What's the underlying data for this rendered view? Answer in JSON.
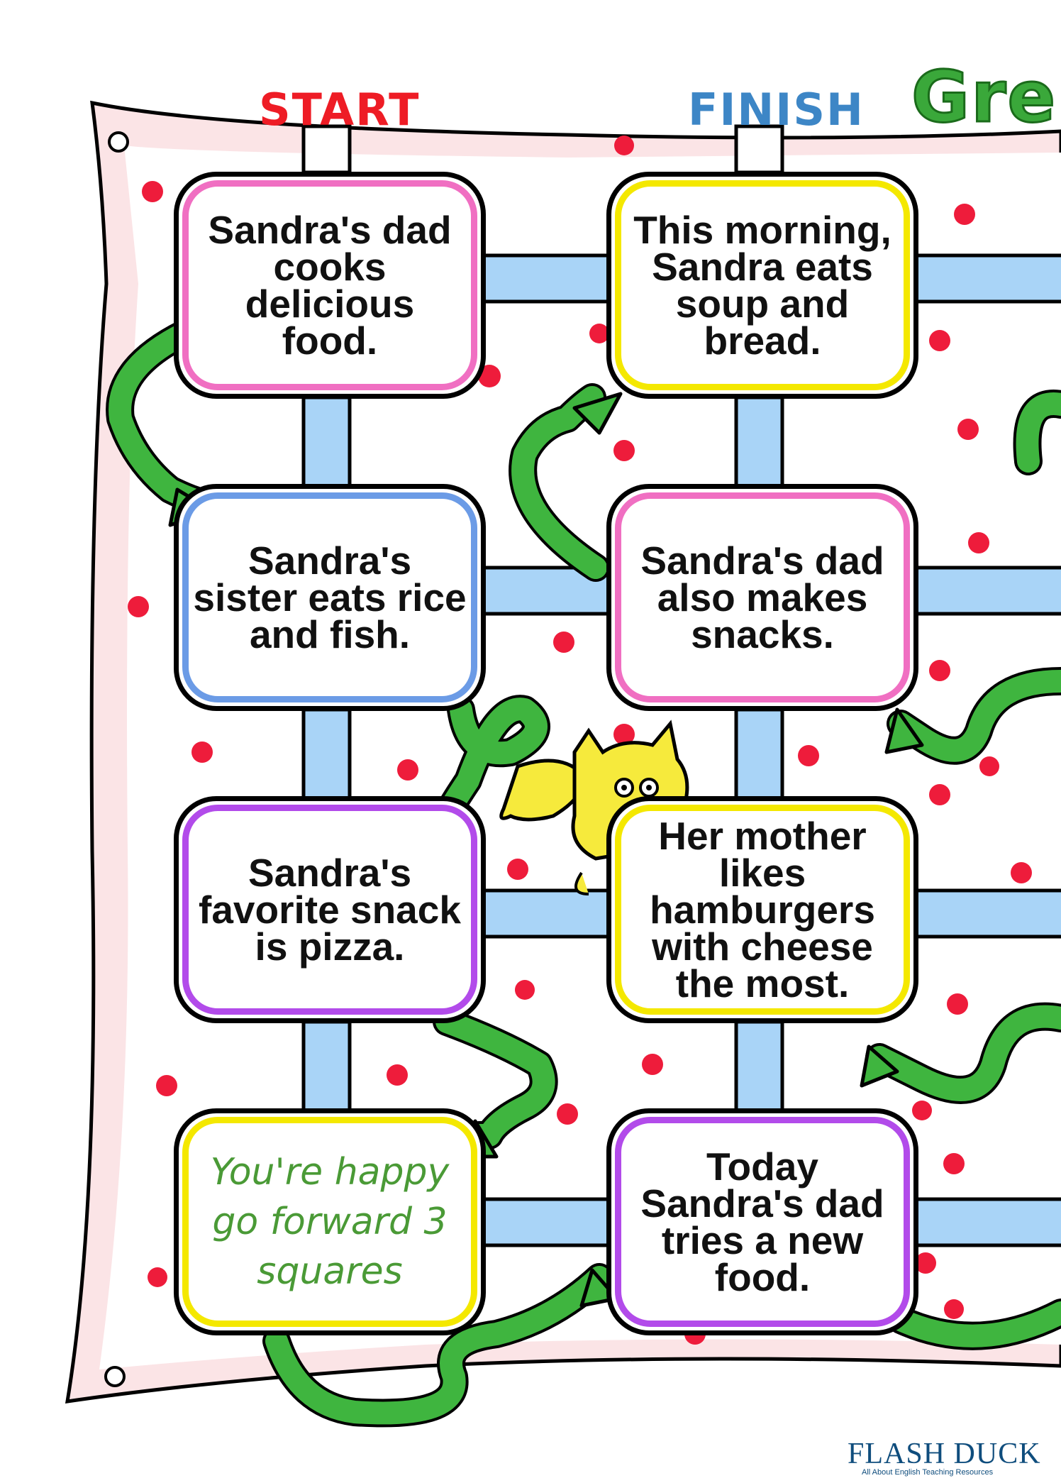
{
  "labels": {
    "start": "START",
    "finish": "FINISH",
    "title_fragment": "Gre"
  },
  "squares": [
    {
      "text": "Sandra's dad cooks delicious food.",
      "color": "pink"
    },
    {
      "text": "This morning, Sandra eats soup and bread.",
      "color": "yellow"
    },
    {
      "text": "Sandra's sister eats rice and fish.",
      "color": "blue"
    },
    {
      "text": "Sandra's dad also makes snacks.",
      "color": "pink"
    },
    {
      "text": "Sandra's favorite snack is pizza.",
      "color": "purple"
    },
    {
      "text": "Her mother likes hamburgers with cheese the most.",
      "color": "yellow"
    },
    {
      "text": "You're happy go forward 3 squares",
      "color": "yellow",
      "special": true
    },
    {
      "text": "Today Sandra's dad tries a new food.",
      "color": "purple"
    }
  ],
  "logo": {
    "name": "FLASH DUCK",
    "tagline": "All About English   Teaching Resources"
  },
  "colors": {
    "cloth": "#fbe4e6",
    "dots": "#ee1c3b",
    "rungs": "#a9d4f7",
    "snakes": "#3fb53f",
    "cat": "#f6ea3c"
  }
}
